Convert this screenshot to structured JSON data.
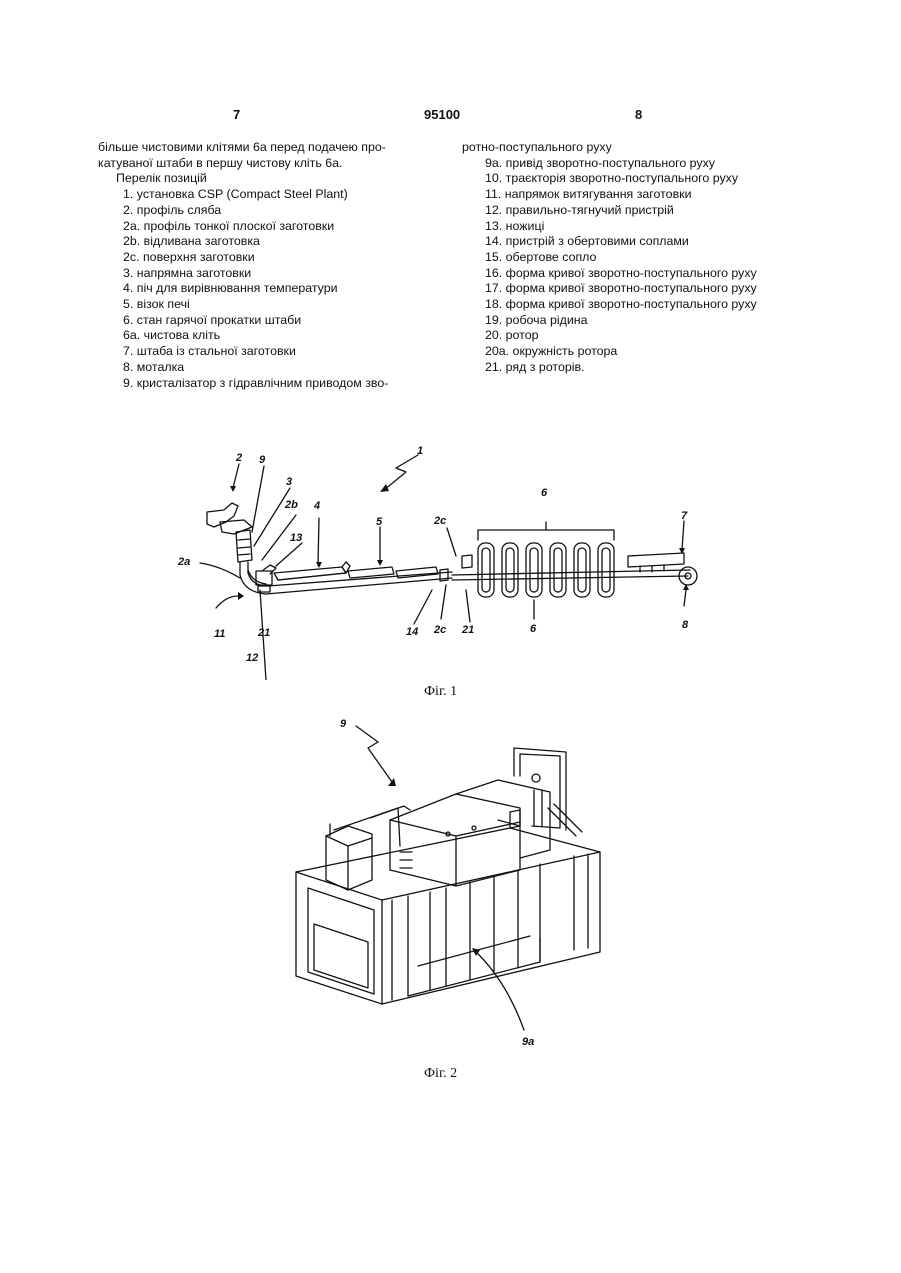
{
  "header": {
    "left_page": "7",
    "patent_number": "95100",
    "right_page": "8"
  },
  "left_column": [
    "більше чистовими клітями 6а перед подачею про-",
    "катуваної штаби в першу чистову кліть 6а.",
    "Перелік позицій",
    "1. установка CSP (Compact Steel Plant)",
    "2. профіль сляба",
    "2а. профіль тонкої плоскої заготовки",
    "2b. відливана заготовка",
    "2с. поверхня заготовки",
    "3. напрямна заготовки",
    "4. піч для вирівнювання температури",
    "5. візок печі",
    "6. стан гарячої прокатки штаби",
    "6а. чистова кліть",
    "7. штаба із стальної заготовки",
    "8. моталка",
    "9. кристалізатор з гідравлічним приводом зво-"
  ],
  "right_column": [
    "ротно-поступального руху",
    "9а. привід зворотно-поступального руху",
    "10. траєкторія зворотно-поступального руху",
    "11. напрямок витягування заготовки",
    "12. правильно-тягнучий пристрій",
    "13. ножиці",
    "14. пристрій з обертовими соплами",
    "15. обертове сопло",
    "16. форма кривої зворотно-поступального руху",
    "17. форма кривої зворотно-поступального руху",
    "18. форма кривої зворотно-поступального руху",
    "19. робоча рідина",
    "20. ротор",
    "20а. окружність ротора",
    "21. ряд з роторів."
  ],
  "figure1": {
    "caption": "Фіг. 1",
    "labels": {
      "l1": "1",
      "l2": "2",
      "l9": "9",
      "l3": "3",
      "l2b": "2b",
      "l4": "4",
      "l13": "13",
      "l5": "5",
      "l2c_top": "2c",
      "l6_top": "6",
      "l7": "7",
      "l2a": "2a",
      "l11": "11",
      "l21_left": "21",
      "l12": "12",
      "l14": "14",
      "l2c_bottom": "2c",
      "l21_right": "21",
      "l6_bottom": "6",
      "l8": "8"
    }
  },
  "figure2": {
    "caption": "Фіг. 2",
    "labels": {
      "l9": "9",
      "l9a": "9a"
    }
  }
}
